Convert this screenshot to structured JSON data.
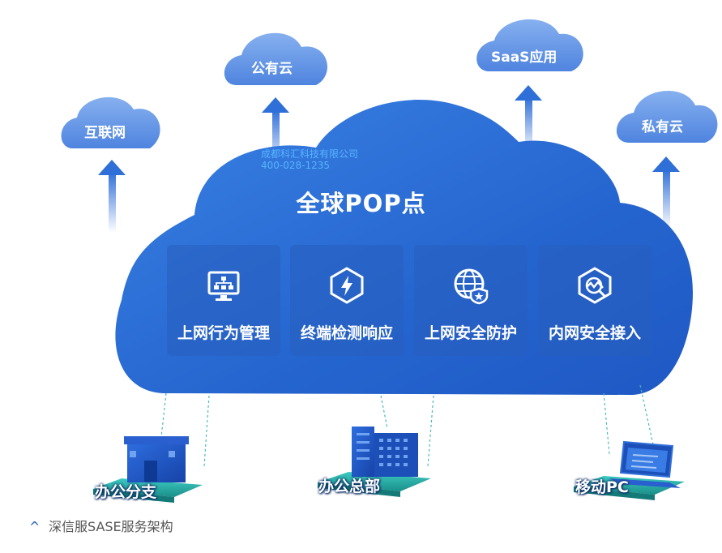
{
  "title": "全球POP点",
  "watermark": {
    "line1": "成都科汇科技有限公司",
    "line2": "400-028-1235"
  },
  "clouds": [
    {
      "name": "internet",
      "label": "互联网"
    },
    {
      "name": "public-cloud",
      "label": "公有云"
    },
    {
      "name": "saas",
      "label": "SaaS应用"
    },
    {
      "name": "private-cloud",
      "label": "私有云"
    }
  ],
  "services": [
    {
      "label": "上网行为管理",
      "icon": "monitor-network-icon"
    },
    {
      "label": "终端检测响应",
      "icon": "hexagon-lightning-icon"
    },
    {
      "label": "上网安全防护",
      "icon": "globe-shield-icon"
    },
    {
      "label": "内网安全接入",
      "icon": "hexagon-chart-icon"
    }
  ],
  "sites": [
    {
      "label": "办公分支",
      "icon": "branch-building-icon"
    },
    {
      "label": "办公总部",
      "icon": "headquarters-building-icon"
    },
    {
      "label": "移动PC",
      "icon": "laptop-icon"
    }
  ],
  "caption": "深信服SASE服务架构",
  "colors": {
    "cloud": "#2b6fd6",
    "cloud_light": "#5d95e6",
    "small_cloud": "#6f9ee8",
    "arrow": "#2f6fd8",
    "platform": "#2ab7b0"
  }
}
